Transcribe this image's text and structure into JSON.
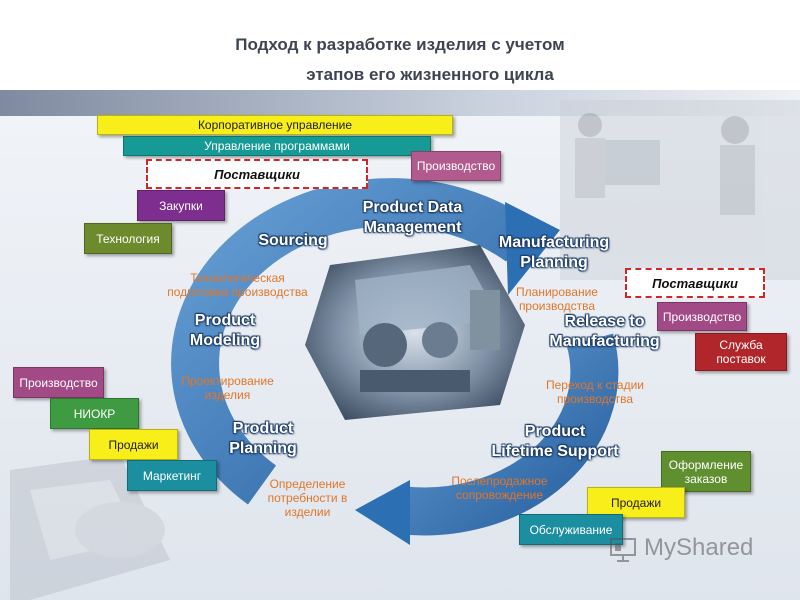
{
  "title": {
    "line1": "Подход к разработке изделия с учетом",
    "line2": "этапов его жизненного цикла"
  },
  "top_bars": {
    "corporate": "Корпоративное управление",
    "programs": "Управление программами",
    "suppliers": "Поставщики",
    "production": "Производство",
    "purchases": "Закупки",
    "technology": "Технология"
  },
  "right_group": {
    "suppliers": "Поставщики",
    "production": "Производство",
    "supply_service": "Служба поставок"
  },
  "left_group": {
    "production": "Производство",
    "rnd": "НИОКР",
    "sales": "Продажи",
    "marketing": "Маркетинг"
  },
  "bottom_right_group": {
    "order_processing": "Оформление заказов",
    "sales": "Продажи",
    "service": "Обслуживание"
  },
  "stages": {
    "pdm": [
      "Product Data",
      "Management"
    ],
    "sourcing": [
      "Sourcing"
    ],
    "manufacturing_planning": [
      "Manufacturing",
      "Planning"
    ],
    "product_modeling": [
      "Product",
      "Modeling"
    ],
    "release": [
      "Release to",
      "Manufacturing"
    ],
    "product_planning": [
      "Product",
      "Planning"
    ],
    "lifetime_support": [
      "Product",
      "Lifetime Support"
    ]
  },
  "ru_labels": {
    "tech_prep": [
      "Технологическая",
      "подготовка производства"
    ],
    "prod_planning": [
      "Планирование",
      "производства"
    ],
    "design": [
      "Проектирование",
      "изделия"
    ],
    "transition": [
      "Переход к стадии",
      "производства"
    ],
    "needs": [
      "Определение",
      "потребности в",
      "изделии"
    ],
    "aftersales": [
      "Послепродажное",
      "сопровождение"
    ]
  },
  "watermark": "MyShared",
  "colors": {
    "ring": "#2d6fb3",
    "title": "#3d4552",
    "orange_text": "#e0762a",
    "dashed_border": "#d22626"
  }
}
